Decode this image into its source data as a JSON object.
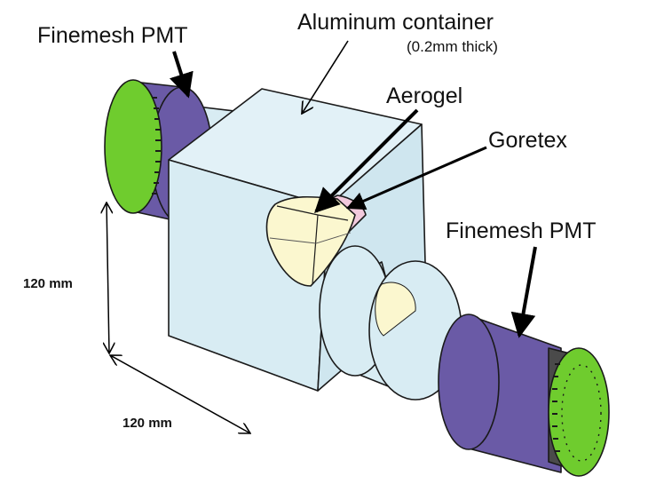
{
  "labels": {
    "pmt_left": "Finemesh PMT",
    "container": "Aluminum container",
    "container_note": "(0.2mm thick)",
    "aerogel": "Aerogel",
    "goretex": "Goretex",
    "pmt_right": "Finemesh PMT",
    "height_dim": "120 mm",
    "depth_dim": "120 mm"
  },
  "colors": {
    "container": "#d8ecf3",
    "aerogel": "#fbf7cf",
    "goretex": "#f2c9dc",
    "pmt_body": "#6a5aa6",
    "pmt_window": "#6fcc2e",
    "pmt_band": "#4a4a4a"
  }
}
